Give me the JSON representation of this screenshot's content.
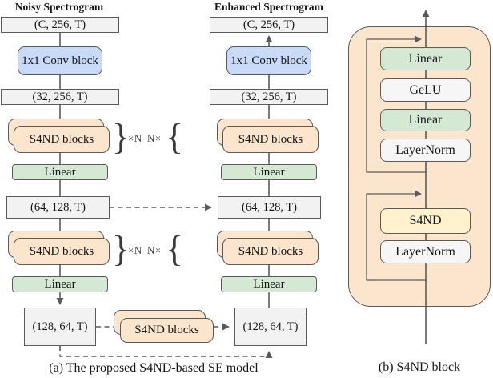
{
  "colors": {
    "blue": "#c9daf8",
    "peach": "#fce5cd",
    "green": "#d5e8d4",
    "gray": "#f2f2f2",
    "gray_light": "#f6f6f6",
    "yellow": "#fff2cc",
    "stroke": "#5a5a5a",
    "text": "#151515"
  },
  "model": {
    "noisy": {
      "title": "Noisy Spectrogram"
    },
    "enhanced": {
      "title": "Enhanced Spectrogram"
    },
    "labels": {
      "shape_c256": "(C, 256, T)",
      "conv": "1x1 Conv block",
      "shape_32_256": "(32, 256, T)",
      "s4nd_blocks": "S4ND blocks",
      "linear": "Linear",
      "shape_64_128": "(64, 128, T)",
      "shape_128_64": "(128, 64, T)",
      "repeat_right_of_stack": "×N",
      "repeat_left_of_stack": "N×",
      "brace_close": "}",
      "brace_open": "{"
    },
    "caption": "(a) The proposed S4ND-based SE model"
  },
  "s4nd_block": {
    "layers": [
      {
        "label": "Linear"
      },
      {
        "label": "GeLU"
      },
      {
        "label": "Linear"
      },
      {
        "label": "LayerNorm"
      },
      {
        "label": "S4ND"
      },
      {
        "label": "LayerNorm"
      }
    ],
    "caption": "(b) S4ND block"
  }
}
